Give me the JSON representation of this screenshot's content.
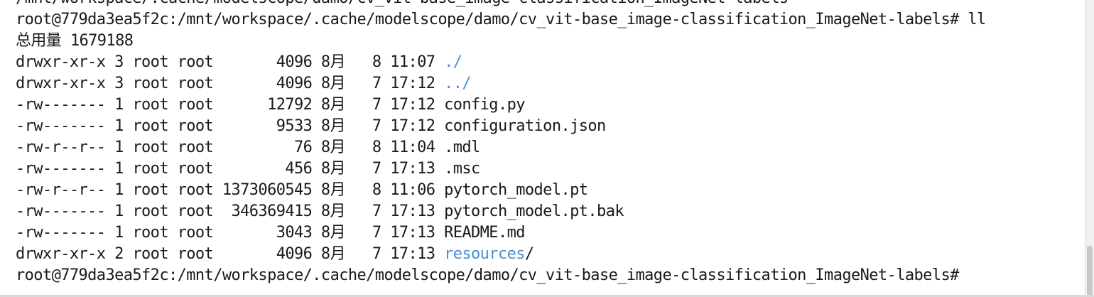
{
  "colors": {
    "text": "#1a1a1a",
    "directory": "#4a8fd0",
    "background": "#ffffff"
  },
  "terminal": {
    "top_partial": "/mnt/workspace/.cache/modelscope/damo/cv_vit-base_image-classification_ImageNet-labels",
    "prompt_command": "root@779da3ea5f2c:/mnt/workspace/.cache/modelscope/damo/cv_vit-base_image-classification_ImageNet-labels# ll",
    "total": "总用量 1679188",
    "entries": [
      {
        "prefix": "drwxr-xr-x 3 root root       4096 8月   8 11:07 ",
        "name": "./",
        "is_dir": true
      },
      {
        "prefix": "drwxr-xr-x 3 root root       4096 8月   7 17:12 ",
        "name": "../",
        "is_dir": true
      },
      {
        "prefix": "-rw------- 1 root root      12792 8月   7 17:12 ",
        "name": "config.py",
        "is_dir": false
      },
      {
        "prefix": "-rw------- 1 root root       9533 8月   7 17:12 ",
        "name": "configuration.json",
        "is_dir": false
      },
      {
        "prefix": "-rw-r--r-- 1 root root         76 8月   8 11:04 ",
        "name": ".mdl",
        "is_dir": false
      },
      {
        "prefix": "-rw------- 1 root root        456 8月   7 17:13 ",
        "name": ".msc",
        "is_dir": false
      },
      {
        "prefix": "-rw-r--r-- 1 root root 1373060545 8月   8 11:06 ",
        "name": "pytorch_model.pt",
        "is_dir": false
      },
      {
        "prefix": "-rw------- 1 root root  346369415 8月   7 17:13 ",
        "name": "pytorch_model.pt.bak",
        "is_dir": false
      },
      {
        "prefix": "-rw------- 1 root root       3043 8月   7 17:13 ",
        "name": "README.md",
        "is_dir": false
      },
      {
        "prefix": "drwxr-xr-x 2 root root       4096 8月   7 17:13 ",
        "name": "resources",
        "suffix": "/",
        "is_dir": true
      }
    ],
    "prompt_final": "root@779da3ea5f2c:/mnt/workspace/.cache/modelscope/damo/cv_vit-base_image-classification_ImageNet-labels#"
  }
}
